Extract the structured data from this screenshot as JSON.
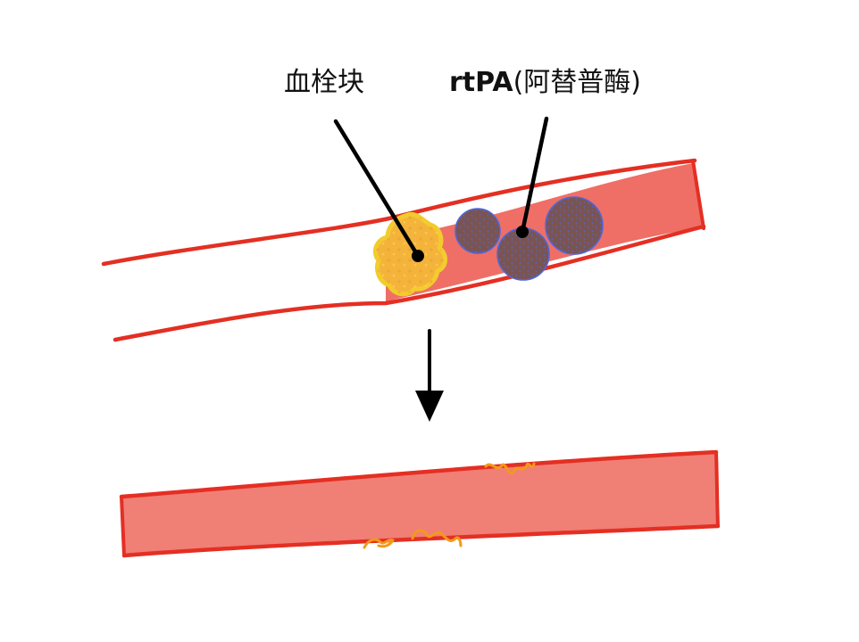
{
  "labels": {
    "clot": "血栓块",
    "rtpa_bold": "rtPA",
    "rtpa_rest": "(阿替普酶)"
  },
  "colors": {
    "vessel_fill": "#ef6f66",
    "vessel_fill_light": "#f07f76",
    "vessel_wall": "#e42f23",
    "clot_fill": "#f4b43b",
    "clot_edge": "#f2cc2c",
    "rtpa_fill": "#7a5452",
    "rtpa_edge": "#4f67d9",
    "residue": "#f39a17",
    "ink": "#000000"
  },
  "icons": {
    "process_arrow": "down-arrow-icon"
  }
}
